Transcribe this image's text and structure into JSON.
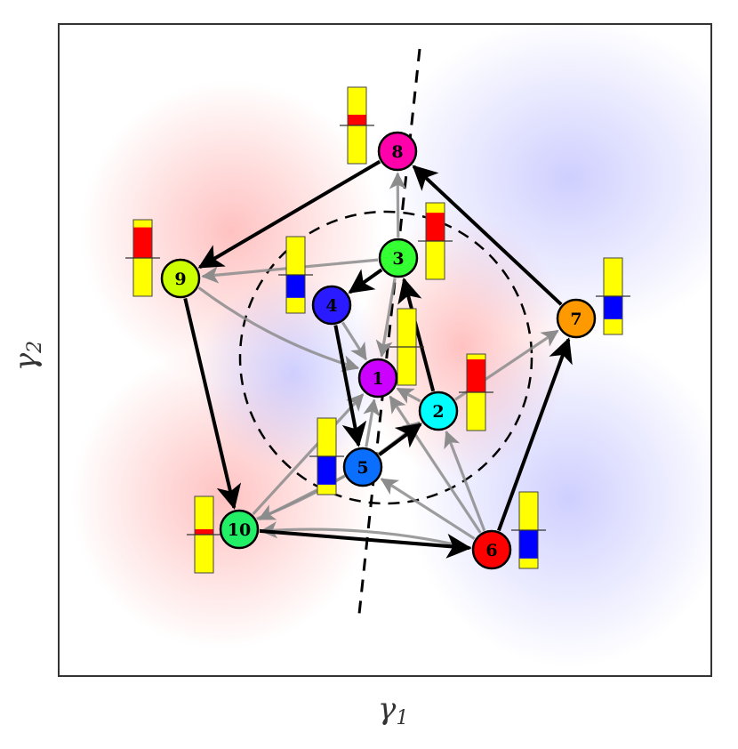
{
  "axes": {
    "xlabel": "γ1",
    "ylabel": "γ2"
  },
  "colors": {
    "edge_black": "#000000",
    "edge_gray": "#8c8c8c",
    "bar_yellow": "#ffff00",
    "bar_red": "#ff0000",
    "bar_blue": "#0000ff",
    "region_red": "#ff9a9a",
    "region_blue": "#a8a8ff"
  },
  "nodes": [
    {
      "id": "1",
      "label": "1",
      "color": "#cc00ff",
      "bar": {
        "red": 0.0,
        "blue": 0.0
      }
    },
    {
      "id": "2",
      "label": "2",
      "color": "#00ffff",
      "bar": {
        "red": 0.43,
        "blue": 0.0
      }
    },
    {
      "id": "3",
      "label": "3",
      "color": "#33ff33",
      "bar": {
        "red": 0.37,
        "blue": 0.0
      }
    },
    {
      "id": "4",
      "label": "4",
      "color": "#2a1aff",
      "bar": {
        "red": 0.0,
        "blue": 0.3
      }
    },
    {
      "id": "5",
      "label": "5",
      "color": "#0a6fff",
      "bar": {
        "red": 0.0,
        "blue": 0.37
      }
    },
    {
      "id": "6",
      "label": "6",
      "color": "#ff0000",
      "bar": {
        "red": 0.0,
        "blue": 0.37
      }
    },
    {
      "id": "7",
      "label": "7",
      "color": "#ff9900",
      "bar": {
        "red": 0.0,
        "blue": 0.3
      }
    },
    {
      "id": "8",
      "label": "8",
      "color": "#ff00aa",
      "bar": {
        "red": 0.14,
        "blue": 0.0
      }
    },
    {
      "id": "9",
      "label": "9",
      "color": "#ccff00",
      "bar": {
        "red": 0.4,
        "blue": 0.0
      }
    },
    {
      "id": "10",
      "label": "10",
      "color": "#22ee66",
      "bar": {
        "red": 0.07,
        "blue": 0.0
      }
    }
  ],
  "edges_black": [
    {
      "from": "8",
      "to": "9"
    },
    {
      "from": "9",
      "to": "10"
    },
    {
      "from": "10",
      "to": "6"
    },
    {
      "from": "6",
      "to": "7"
    },
    {
      "from": "7",
      "to": "8"
    },
    {
      "from": "3",
      "to": "4"
    },
    {
      "from": "4",
      "to": "5"
    },
    {
      "from": "5",
      "to": "2"
    },
    {
      "from": "2",
      "to": "3"
    }
  ],
  "edges_gray": [
    {
      "from": "3",
      "to": "9"
    },
    {
      "from": "3",
      "to": "8"
    },
    {
      "from": "3",
      "to": "1"
    },
    {
      "from": "4",
      "to": "1"
    },
    {
      "from": "9",
      "to": "1"
    },
    {
      "from": "2",
      "to": "1"
    },
    {
      "from": "2",
      "to": "7"
    },
    {
      "from": "5",
      "to": "1"
    },
    {
      "from": "5",
      "to": "10"
    },
    {
      "from": "6",
      "to": "1"
    },
    {
      "from": "6",
      "to": "2"
    },
    {
      "from": "6",
      "to": "5"
    },
    {
      "from": "10",
      "to": "1"
    },
    {
      "from": "10",
      "to": "2"
    },
    {
      "from": "6",
      "to": "10"
    }
  ]
}
